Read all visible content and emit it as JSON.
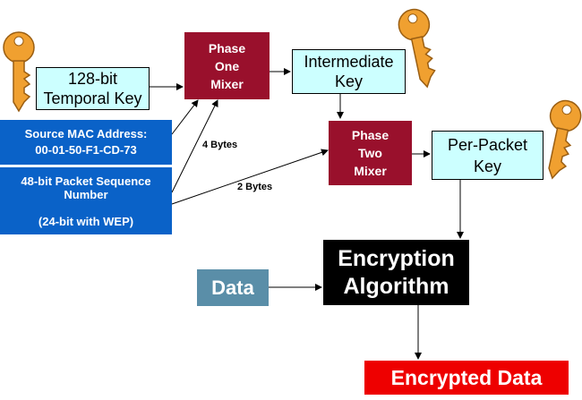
{
  "temporal_key": "128-bit\nTemporal Key",
  "source_mac": "Source MAC Address:\n00-01-50-F1-CD-73",
  "packet_sequence": "48-bit Packet Sequence\nNumber\n\n(24-bit with WEP)",
  "phase_one_mixer": "Phase\nOne\nMixer",
  "intermediate_key": "Intermediate\nKey",
  "phase_two_mixer": "Phase\nTwo\nMixer",
  "per_packet_key": "Per-Packet\nKey",
  "encryption_algorithm": "Encryption\nAlgorithm",
  "data": "Data",
  "encrypted_data": "Encrypted Data",
  "label_4_bytes": "4 Bytes",
  "label_2_bytes": "2 Bytes",
  "colors": {
    "key_gold": "#f0a030",
    "cyan_box": "#ccffff",
    "blue_box": "#0a62c8",
    "mixer": "#99102c",
    "data_box": "#5a8ea8",
    "encrypted": "#ee0000"
  },
  "icons": [
    "key-icon"
  ]
}
